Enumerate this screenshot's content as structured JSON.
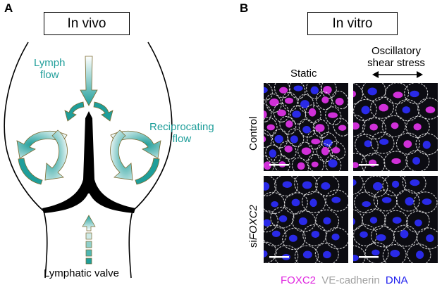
{
  "panel_a": {
    "letter": "A",
    "title": "In vivo",
    "lymph_flow": [
      "Lymph",
      "flow"
    ],
    "reciprocating_flow": [
      "Reciprocating",
      "flow"
    ],
    "valve_label": "Lymphatic valve",
    "arrow_color": "#1f9e9a"
  },
  "panel_b": {
    "letter": "B",
    "title": "In vitro",
    "col_static": "Static",
    "col_oscillatory": [
      "Oscillatory",
      "shear stress"
    ],
    "row_control": "Control",
    "row_si_prefix": "si",
    "row_si_gene": "FOXC2",
    "legend": {
      "foxc2": "FOXC2",
      "vecad": "VE-cadherin",
      "dna": "DNA",
      "foxc2_color": "#e026e0",
      "vecad_color": "#a0a0a0",
      "dna_color": "#1a1aee"
    }
  }
}
